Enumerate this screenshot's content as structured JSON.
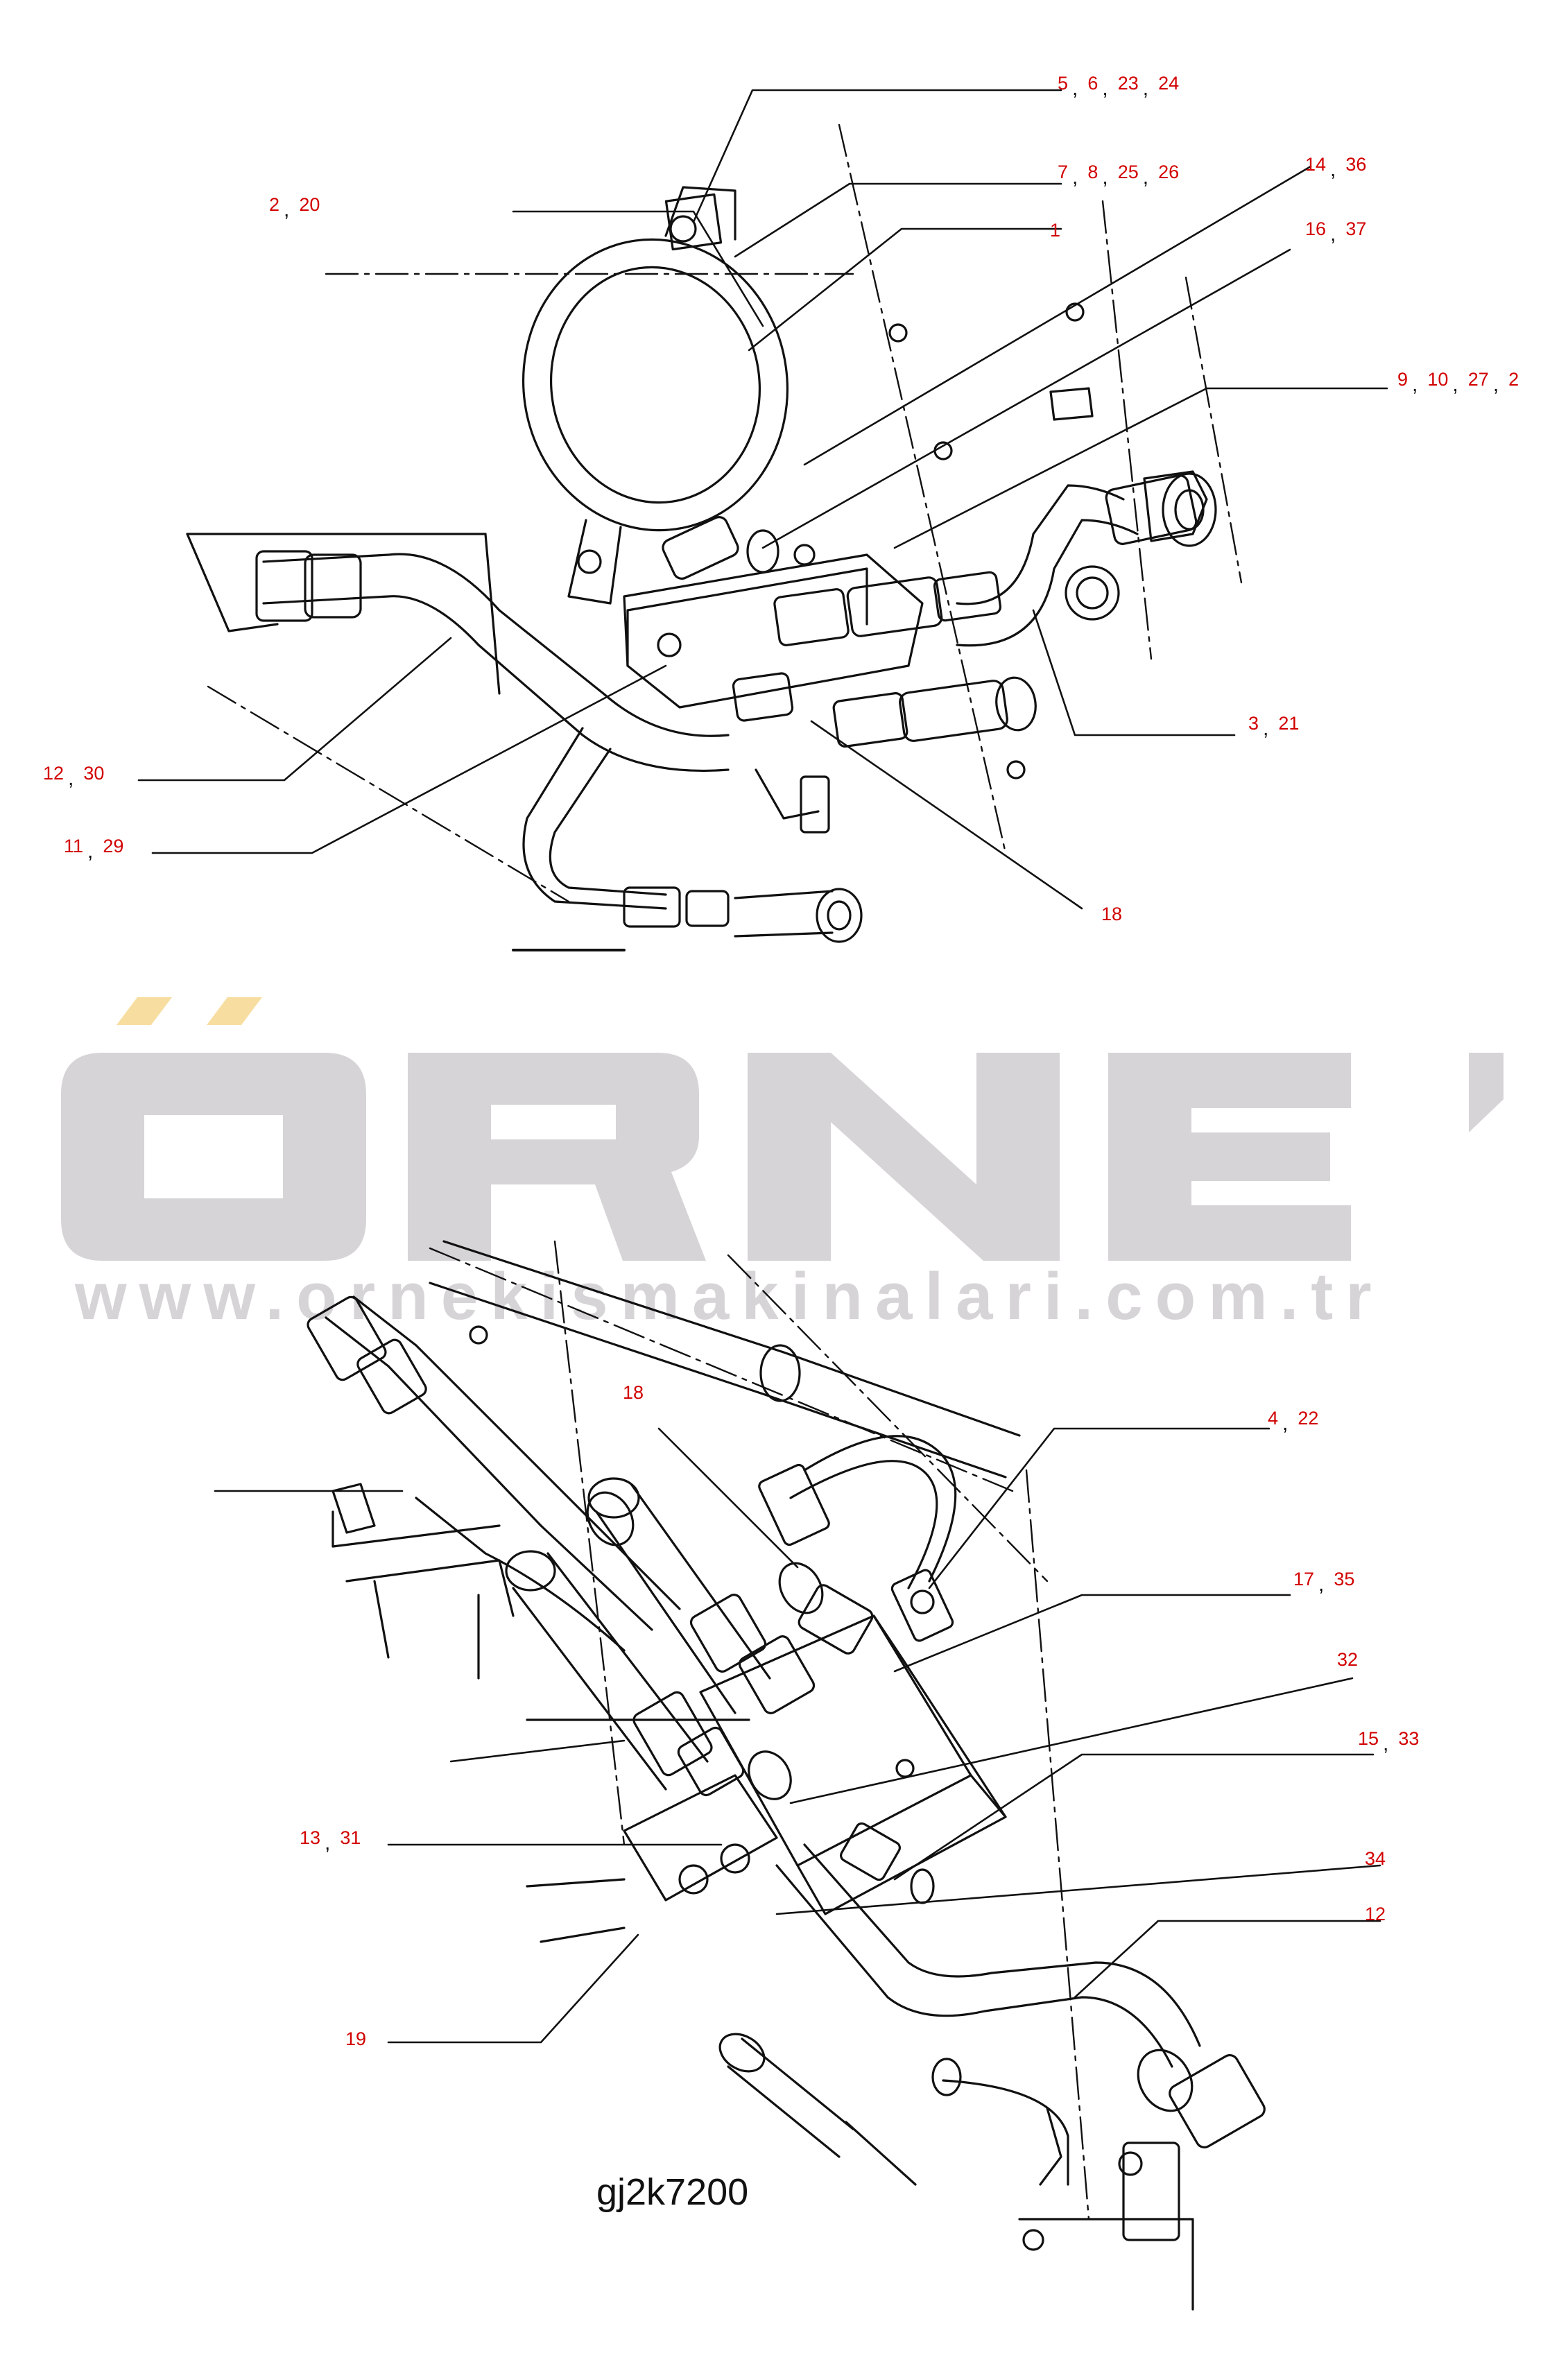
{
  "drawing_code": "gj2k7200",
  "watermark": {
    "brand": "ÖRNEK",
    "url": "www.ornekismakinalari.com.tr",
    "color_letters": "#d6d4d7",
    "color_dots": "#f7dea0"
  },
  "colors": {
    "callout": "#d20000",
    "line": "#111111"
  },
  "top_view_callouts": [
    {
      "id": "c-5-6-23-24",
      "numbers": [
        "5",
        "6",
        "23",
        "24"
      ]
    },
    {
      "id": "c-7-8-25-26",
      "numbers": [
        "7",
        "8",
        "25",
        "26"
      ]
    },
    {
      "id": "c-2-20",
      "numbers": [
        "2",
        "20"
      ]
    },
    {
      "id": "c-1",
      "numbers": [
        "1"
      ]
    },
    {
      "id": "c-14-36",
      "numbers": [
        "14",
        "36"
      ]
    },
    {
      "id": "c-16-37",
      "numbers": [
        "16",
        "37"
      ]
    },
    {
      "id": "c-9-10-27-2",
      "numbers": [
        "9",
        "10",
        "27",
        "2"
      ]
    },
    {
      "id": "c-3-21",
      "numbers": [
        "3",
        "21"
      ]
    },
    {
      "id": "c-12-30",
      "numbers": [
        "12",
        "30"
      ]
    },
    {
      "id": "c-11-29",
      "numbers": [
        "11",
        "29"
      ]
    },
    {
      "id": "c-18-top",
      "numbers": [
        "18"
      ]
    }
  ],
  "bottom_view_callouts": [
    {
      "id": "c-18-bottom",
      "numbers": [
        "18"
      ]
    },
    {
      "id": "c-4-22",
      "numbers": [
        "4",
        "22"
      ]
    },
    {
      "id": "c-17-35",
      "numbers": [
        "17",
        "35"
      ]
    },
    {
      "id": "c-32",
      "numbers": [
        "32"
      ]
    },
    {
      "id": "c-15-33",
      "numbers": [
        "15",
        "33"
      ]
    },
    {
      "id": "c-13-31",
      "numbers": [
        "13",
        "31"
      ]
    },
    {
      "id": "c-34",
      "numbers": [
        "34"
      ]
    },
    {
      "id": "c-12-bottom",
      "numbers": [
        "12"
      ]
    },
    {
      "id": "c-19",
      "numbers": [
        "19"
      ]
    }
  ]
}
